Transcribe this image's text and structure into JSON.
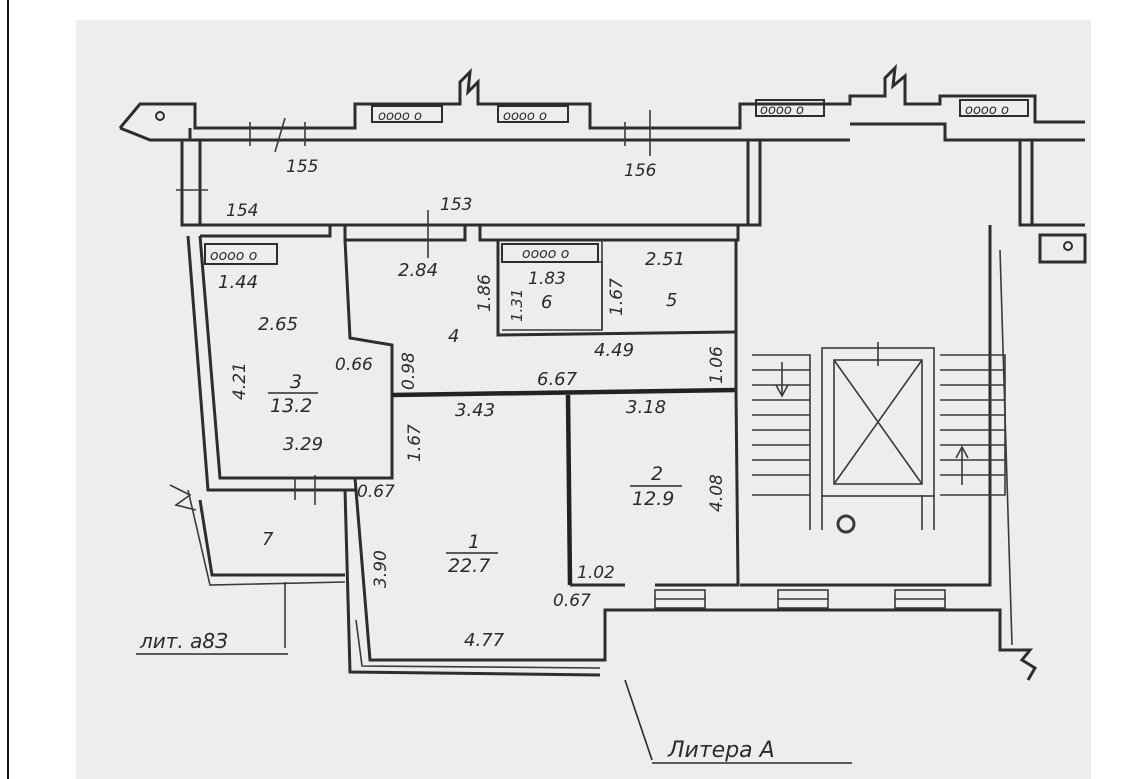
{
  "literals": {
    "lit_a83": "лит. а8З",
    "litera_a": "Литера А"
  },
  "wall_marks": {
    "m155": "155",
    "m156": "156",
    "m154": "154",
    "m153": "153"
  },
  "vent_glyph": "oooo o",
  "vent_glyph_short": "oooo",
  "rooms": {
    "r1": {
      "num": "1",
      "area": "22.7"
    },
    "r2": {
      "num": "2",
      "area": "12.9"
    },
    "r3": {
      "num": "3",
      "area": "13.2"
    },
    "r4": {
      "num": "4"
    },
    "r5": {
      "num": "5"
    },
    "r6": {
      "num": "6"
    },
    "r7": {
      "num": "7"
    }
  },
  "dimensions": {
    "d1_44": "1.44",
    "d2_65": "2.65",
    "d4_21": "4.21",
    "d0_66": "0.66",
    "d0_98": "0.98",
    "d3_29": "3.29",
    "d2_84": "2.84",
    "d1_86": "1.86",
    "d1_83": "1.83",
    "d1_31": "1.31",
    "d1_67a": "1.67",
    "d2_51": "2.51",
    "d4_49": "4.49",
    "d1_06": "1.06",
    "d6_67": "6.67",
    "d3_43": "3.43",
    "d3_18": "3.18",
    "d1_67b": "1.67",
    "d0_67a": "0.67",
    "d4_08": "4.08",
    "d3_90": "3.90",
    "d1_02": "1.02",
    "d0_67b": "0.67",
    "d4_77": "4.77"
  }
}
